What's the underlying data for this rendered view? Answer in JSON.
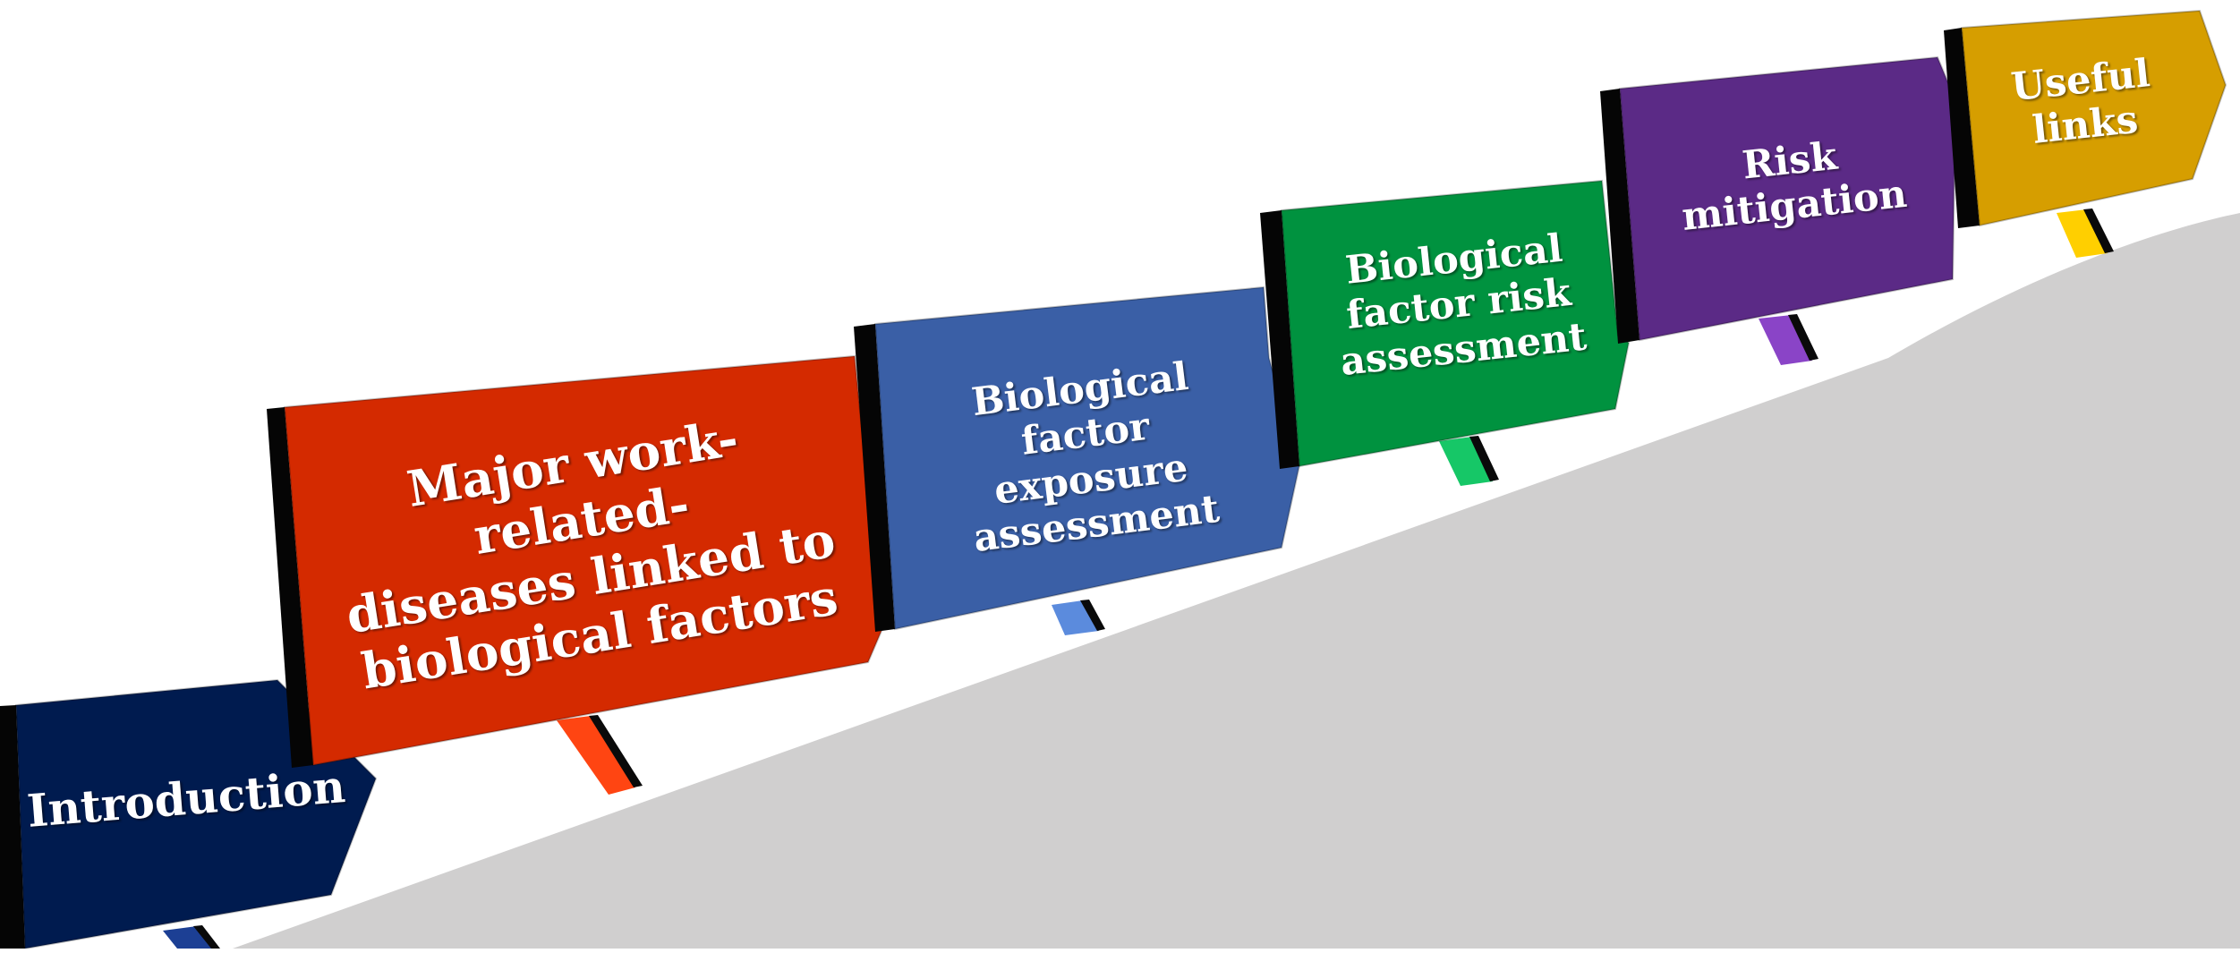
{
  "signs": [
    {
      "id": "introduction",
      "label": "Introduction",
      "color": "#001B4F",
      "post_color": "#1C3F94"
    },
    {
      "id": "major-diseases",
      "label": "Major work-related-\ndiseases linked to\nbiological factors",
      "color": "#D42A00",
      "post_color": "#FF4512"
    },
    {
      "id": "exposure-assessment",
      "label": "Biological factor\nexposure\nassessment",
      "color": "#3A5FA6",
      "post_color": "#5B8BDD"
    },
    {
      "id": "risk-assessment",
      "label": "Biological\nfactor risk\nassessment",
      "color": "#00923F",
      "post_color": "#16C767"
    },
    {
      "id": "risk-mitigation",
      "label": "Risk\nmitigation",
      "color": "#5B2A86",
      "post_color": "#8A44C7"
    },
    {
      "id": "useful-links",
      "label": "Useful\nlinks",
      "color": "#D69E00",
      "post_color": "#FFCF00"
    }
  ],
  "hill_color": "#D0CFCF"
}
